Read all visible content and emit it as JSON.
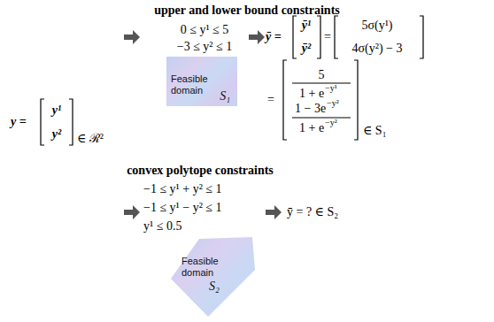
{
  "diagram": {
    "nodes": [
      {
        "text": [
          "Feasible domain",
          "S₁"
        ]
      },
      {
        "text": [
          "Feasible domain",
          "S₂"
        ]
      }
    ],
    "labels": [
      "upper and lower bound constraints",
      "0 ≤ y¹ ≤ 5",
      "−3 ≤ y² ≤ 1",
      "ȳ =",
      "ȳ¹",
      "ȳ²",
      "=",
      "5σ(y¹)",
      "4σ(y²) − 3",
      "y =",
      "y¹",
      "y²",
      "∈ ℛ²",
      "=",
      "5",
      "1 + e",
      "−y¹",
      "1 − 3e",
      "−y²",
      "1 + e",
      "−y²",
      "∈ S₁",
      "convex polytope constraints",
      "−1 ≤ y¹ + y² ≤ 1",
      "−1 ≤ y¹ − y² ≤ 1",
      "y¹ ≤ 0.5",
      "ȳ = ? ∈ S₂"
    ]
  }
}
